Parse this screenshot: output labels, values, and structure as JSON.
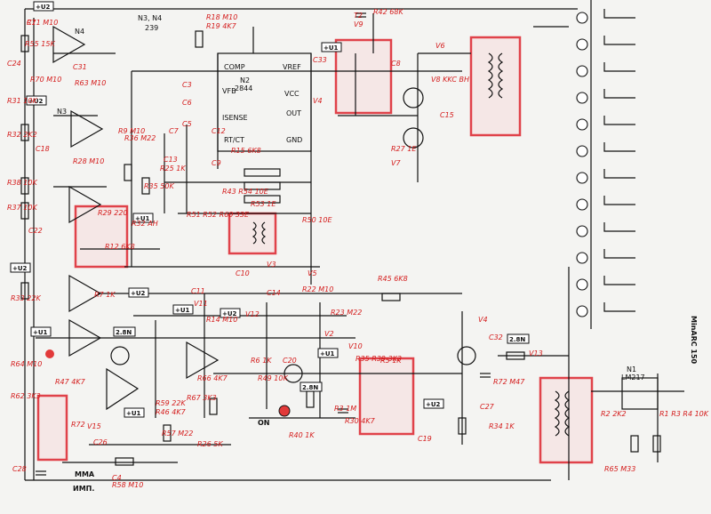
{
  "title": {
    "header": "N3, N4",
    "num": "239",
    "brand": "MinARC 150"
  },
  "chips": [
    {
      "name": "N1",
      "sub": "LM217"
    },
    {
      "name": "N2",
      "sub": "2844"
    },
    {
      "name": "N3",
      "sub": ""
    },
    {
      "name": "N4",
      "sub": ""
    }
  ],
  "chip_pins": [
    "COMP",
    "VREF",
    "VFB",
    "VCC",
    "ISENSE",
    "OUT",
    "RT/CT",
    "GND"
  ],
  "supply_tags": [
    "+U2",
    "+U1",
    "+U2",
    "+U1",
    "+U2",
    "+U1",
    "+U2",
    "+U1",
    "+U1",
    "+U2",
    "+U1",
    "+U2"
  ],
  "voltage_tags": [
    "2.8N",
    "2.8N",
    "2.8N"
  ],
  "switch_labels": [
    "MMA",
    "ИМП.",
    "ON"
  ],
  "components": [
    "R71 M10",
    "R55 15K",
    "C24",
    "R70 M10",
    "R63 M10",
    "C31",
    "R31 10K",
    "R32 2K2",
    "C18",
    "R38 10K",
    "R37 10K",
    "R28 M10",
    "R29 220",
    "C22",
    "R9 M10",
    "R36 M22",
    "R35 50K",
    "R18 M10",
    "R19 4K7",
    "C3",
    "C6",
    "C5",
    "C9",
    "C12",
    "C13",
    "R25 1K",
    "C7",
    "R15 6K8",
    "R51 R52 R60 33E",
    "R43 R54 10E",
    "R53 1E",
    "R50 10E",
    "T2",
    "V9",
    "R42 68K",
    "C33",
    "V4",
    "C8",
    "V8 KKC BH",
    "V6",
    "C15",
    "R27 1E",
    "V7",
    "R32 AH",
    "R12 6K8",
    "V3",
    "V5",
    "R45 6K8",
    "R33 22K",
    "R7 1K",
    "C10",
    "C11",
    "V11",
    "C14",
    "R22 M10",
    "R23 M22",
    "V2",
    "V4",
    "C32",
    "V13",
    "R72 M47",
    "C27",
    "R34 1K",
    "C19",
    "R49 10K",
    "R40 1K",
    "R3 1M",
    "R30 4K7",
    "C20",
    "V10",
    "R35 R39 3K3",
    "R5 1K",
    "R6 1K",
    "V12",
    "R14 M10",
    "R66 4K7",
    "R67 3K3",
    "R26 5K",
    "R57 M22",
    "R59 22K",
    "R46 4K7",
    "R47 4K7",
    "R64 M10",
    "R62 3K3",
    "R72",
    "V15",
    "C26",
    "C28",
    "C4",
    "R58 M10",
    "R65 M33",
    "R1 R3 R4 10K",
    "R2 2K2",
    "C1"
  ]
}
